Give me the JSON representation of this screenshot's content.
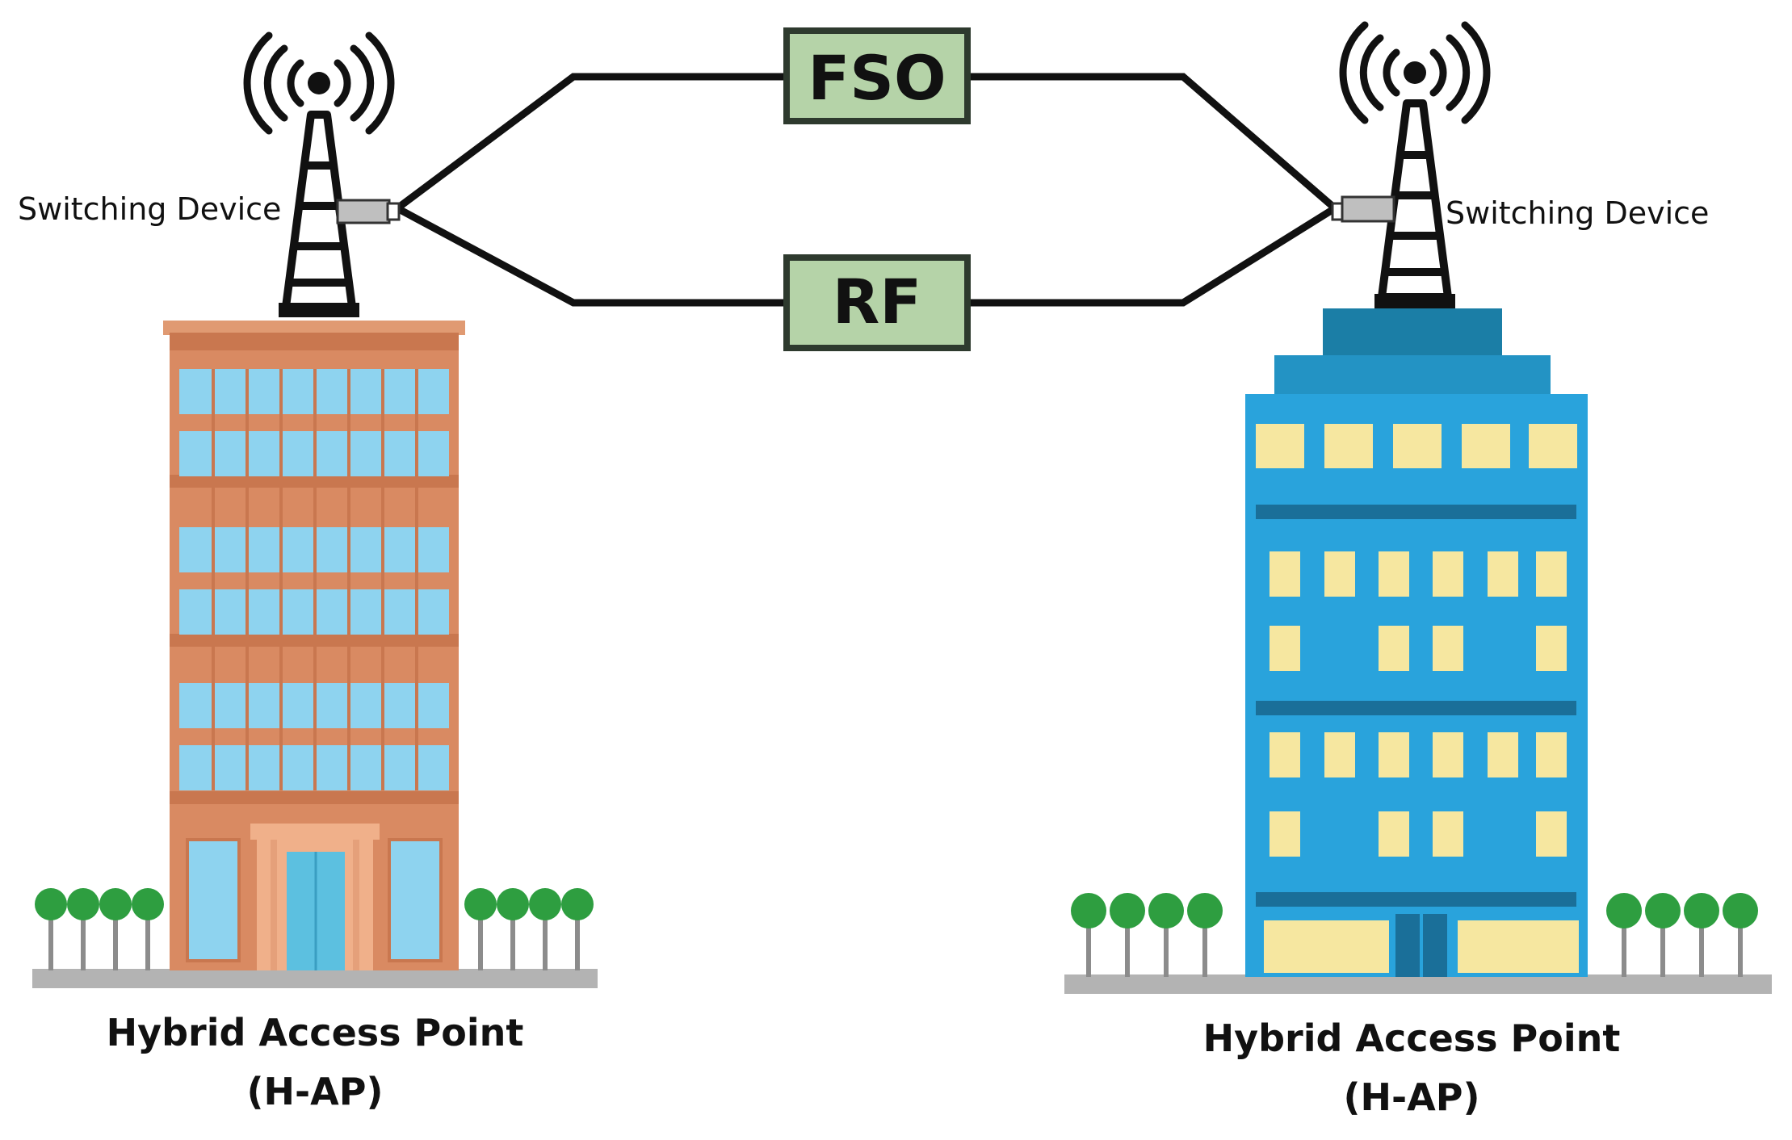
{
  "links": {
    "fso": "FSO",
    "rf": "RF"
  },
  "left_node": {
    "switch_label": "Switching Device",
    "name": "Hybrid Access Point",
    "abbr": "(H-AP)"
  },
  "right_node": {
    "switch_label": "Switching Device",
    "name": "Hybrid Access Point",
    "abbr": "(H-AP)"
  },
  "colors": {
    "link_box_fill": "#b5d3a8",
    "link_box_stroke": "#2e3a2e",
    "left_building": "#d98a62",
    "left_windows": "#8ed3ef",
    "right_building": "#29a3dc",
    "right_windows": "#f6e7a0",
    "trees": "#2e9e40",
    "ground": "#b3b3b3"
  }
}
